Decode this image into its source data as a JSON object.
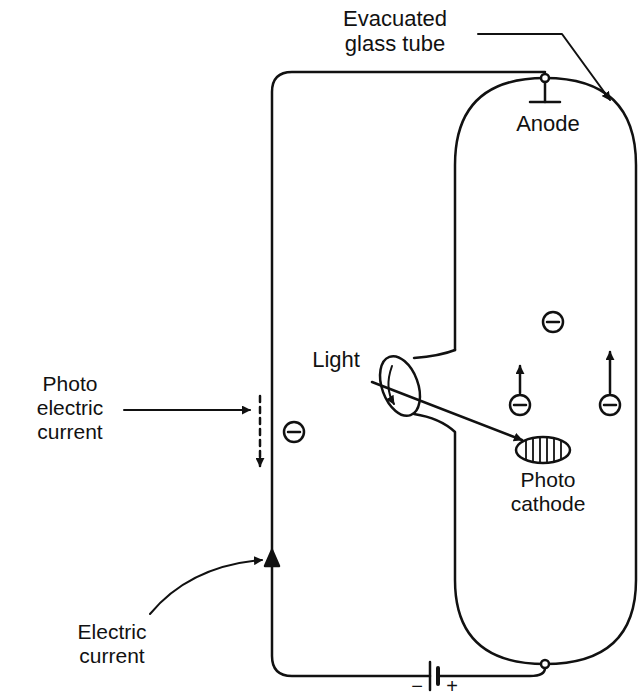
{
  "diagram": {
    "labels": [
      "Evacuated glass tube",
      "Anode",
      "Light",
      "Photo electric current",
      "Photo cathode",
      "Electric current",
      "−",
      "+"
    ]
  }
}
